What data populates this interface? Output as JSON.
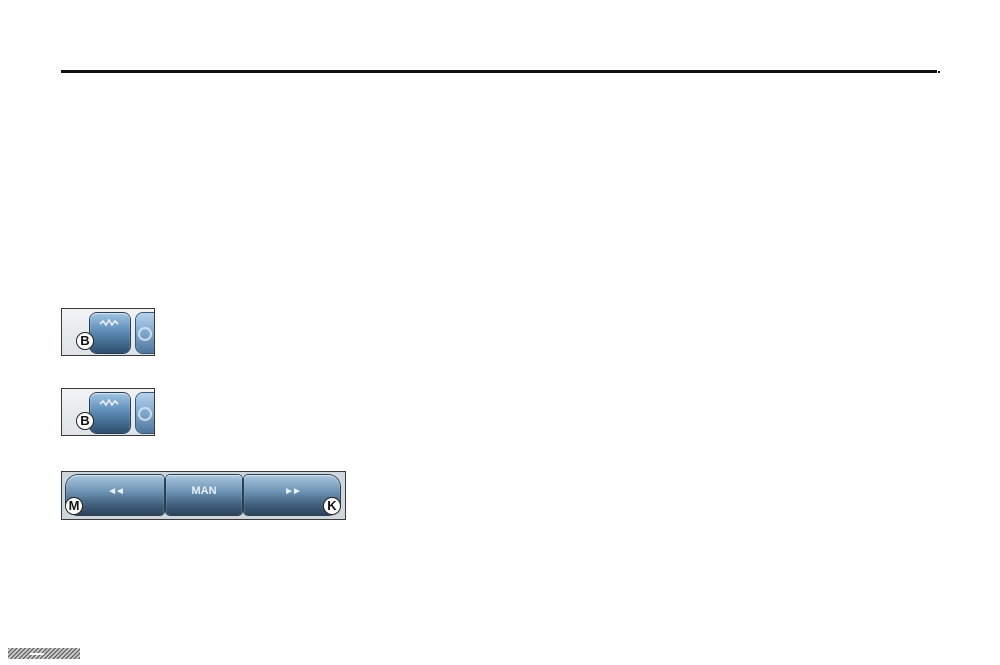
{
  "keys": {
    "key1": {
      "callout": "B",
      "icon": "wave-icon"
    },
    "key2": {
      "callout": "B",
      "icon": "wave-icon"
    },
    "bar": {
      "left_glyph": "◄◄",
      "center_label": "MAN",
      "right_glyph": "►►",
      "left_callout": "M",
      "right_callout": "K"
    }
  },
  "colors": {
    "rule": "#111111",
    "key_blue": "#5e8db6",
    "key_dark": "#2e4e6c"
  }
}
